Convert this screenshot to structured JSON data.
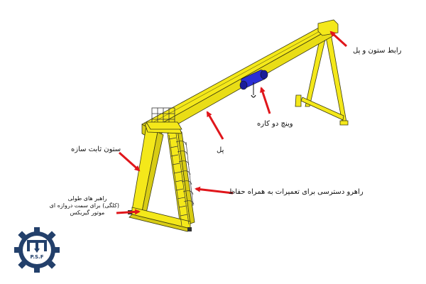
{
  "labels": {
    "column_bridge_connector": "رابط ستون و پل",
    "double_beam_winch": "وینچ دو کاره",
    "bridge": "پل",
    "fixed_column": "ستون ثابت سازه",
    "access_ladder": "راهرو دسترسی برای تعمیرات به همراه حفاظ",
    "guide_line1": "راهبر های طولی",
    "guide_line2": "(کلگی) برای سمت دروازه ای",
    "guide_line3": "موتور گیربکس"
  },
  "logo": {
    "text": "P.S.F"
  },
  "colors": {
    "crane_yellow": "#f4e81a",
    "crane_outline": "#3a3a10",
    "winch_blue": "#2b2fd6",
    "arrow_red": "#e0161b",
    "logo_navy": "#23406b"
  }
}
